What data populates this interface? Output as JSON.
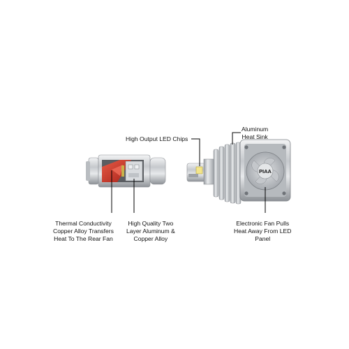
{
  "labels": {
    "chips": "High Output LED Chips",
    "heat_sink": [
      "Aluminum",
      "Heat Sink"
    ],
    "copper": [
      "Thermal Conductivity",
      "Copper Alloy Transfers",
      "Heat To The Rear Fan"
    ],
    "aluminum_layer": [
      "High Quality Two",
      "Layer Aluminum &",
      "Copper Alloy"
    ],
    "fan": [
      "Electronic Fan Pulls",
      "Heat Away From LED",
      "Panel"
    ]
  },
  "brand": "PIAA",
  "colors": {
    "background": "#ffffff",
    "text": "#111111",
    "leader_line": "#000000",
    "copper": "#d23a2e",
    "aluminum": "#c9ccd0",
    "led_chip": "#f3e58a"
  },
  "icons": [
    "led-bulb-cutaway-icon",
    "led-bulb-fan-icon",
    "cooling-fan-icon"
  ]
}
